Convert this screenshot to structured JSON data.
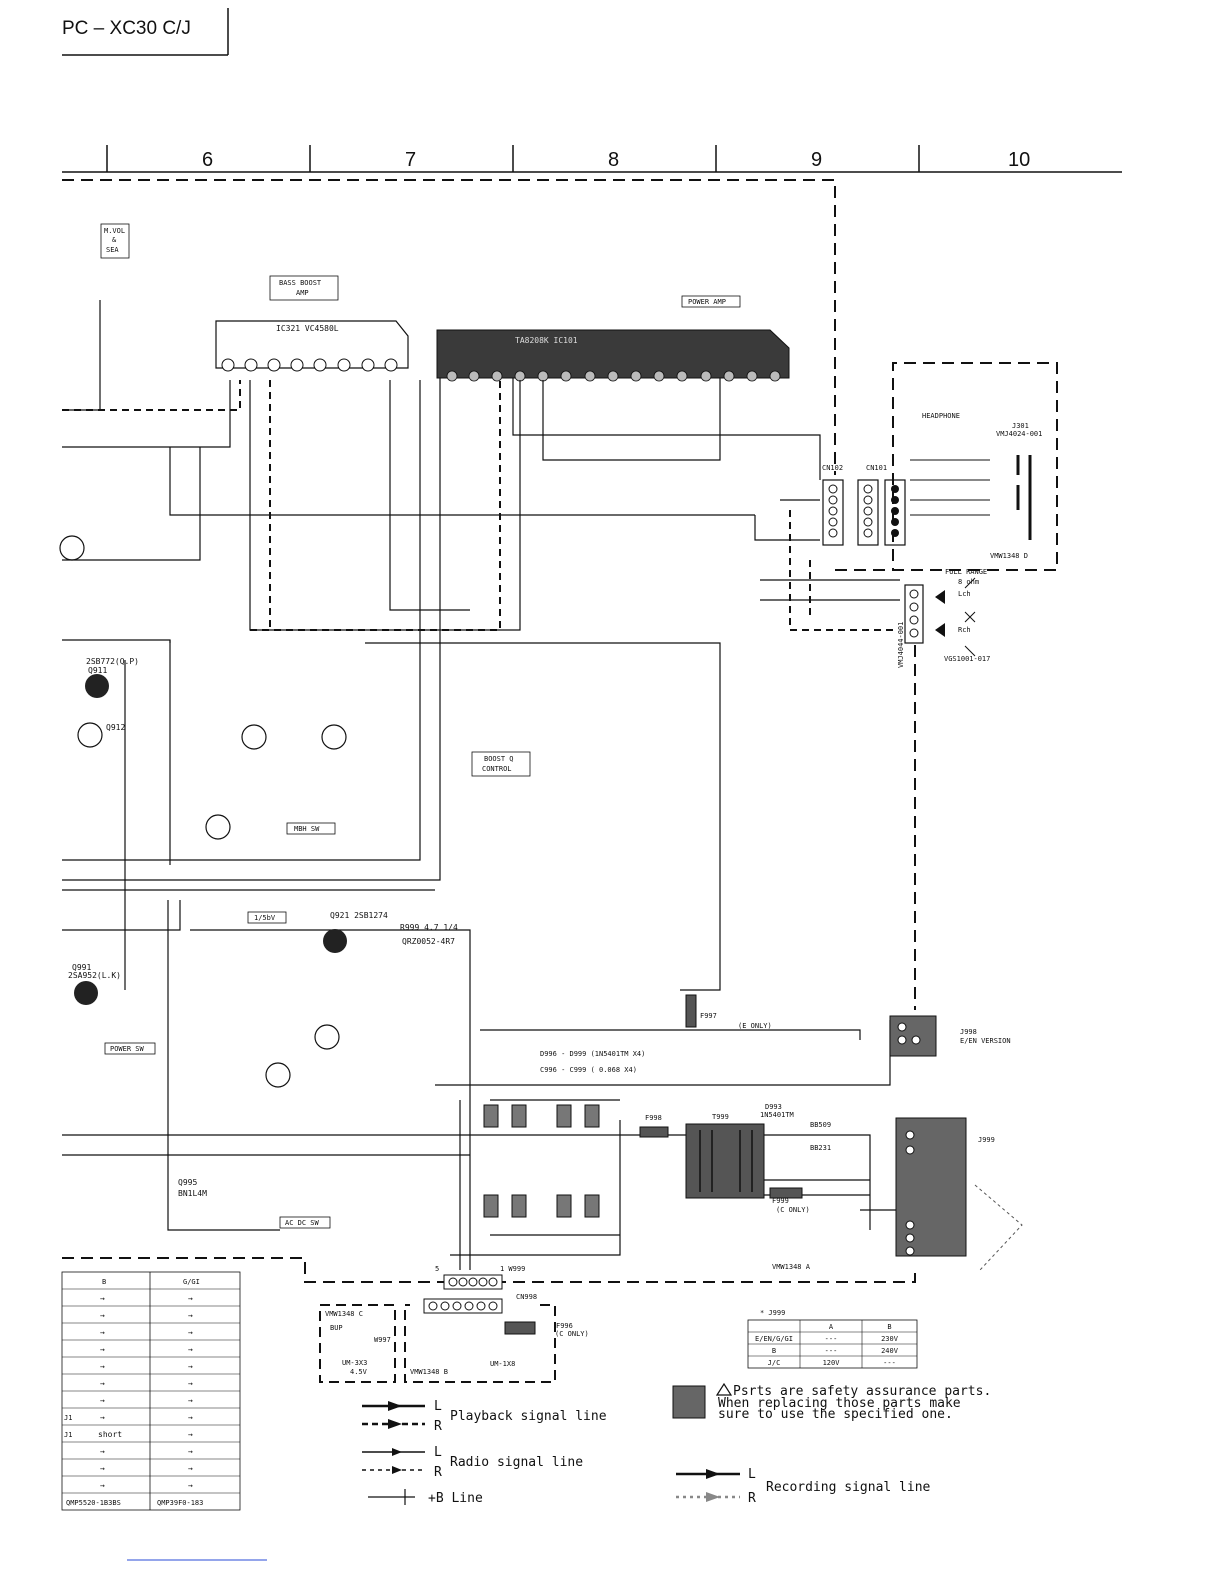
{
  "header": {
    "model": "PC – XC30 C/J"
  },
  "columns": [
    "6",
    "7",
    "8",
    "9",
    "10"
  ],
  "blocks": {
    "mvol_sea": [
      "M.VOL",
      "&",
      "SEA"
    ],
    "bass_boost_amp": [
      "BASS BOOST",
      "AMP"
    ],
    "power_amp": "POWER AMP",
    "boost_q_control": [
      "BOOST Q",
      "CONTROL"
    ],
    "mbh_sw": "MBH SW",
    "ac_dc_sw": "AC DC SW",
    "power_sw": "POWER SW",
    "headphone": "HEADPHONE",
    "full_range": "FULL RANGE",
    "speaker_8ohm": "8 ohm",
    "lch": "Lch",
    "rch": "Rch",
    "bup": "BUP",
    "b_v": "1/5bV"
  },
  "components": {
    "ic321": "IC321  VC4580L",
    "ic101": "TA8208K       IC101",
    "q911": "2SB772(Q.P)",
    "q911_id": "Q911",
    "q912": "Q912",
    "q921": "Q921  2SB1274",
    "q991": [
      "Q991",
      "2SA952(L.K)"
    ],
    "q995": [
      "Q995",
      "BN1L4M"
    ],
    "r999": "R999  4.7  1/4",
    "r999_part": "QRZ0052-4R7",
    "j301": [
      "J301",
      "VMJ4024-001"
    ],
    "j302": "VMJ4044-001",
    "spk": "VGS1001-017",
    "vmw1348_d": "VMW1348   D",
    "vmw1348_a": "VMW1348   A",
    "vmw1348_b": "VMW1348  B",
    "vmw1348_c": "VMW1348  C",
    "cn101": "CN101",
    "cn102": "CN102",
    "cn998": "CN998",
    "w999": "1  W999",
    "w997": "W997",
    "um3x3": [
      "UM-3X3",
      "4.5V"
    ],
    "um1x8": "UM-1X8",
    "j998": [
      "J998",
      "E/EN VERSION"
    ],
    "j999": "J999",
    "f997": [
      "F997",
      "(E ONLY)"
    ],
    "f998": "F998",
    "f996": [
      "F996",
      "(C ONLY)"
    ],
    "f999": [
      "F999",
      "(C ONLY)"
    ],
    "t999": "T999",
    "d993": [
      "D993",
      "1N5401TM"
    ],
    "bb509": "BB509",
    "bb231": "BB231",
    "d996_note": "D996 - D999  (1N5401TM X4)",
    "c996_note": "C996 - C999  ( 0.068 X4)"
  },
  "parts_table_left": {
    "headers": [
      "B",
      "G/GI"
    ],
    "rows": [
      [
        "→",
        "→"
      ],
      [
        "→",
        "→"
      ],
      [
        "→",
        "→"
      ],
      [
        "→",
        "→"
      ],
      [
        "→",
        "→"
      ],
      [
        "→",
        "→"
      ],
      [
        "→",
        "→"
      ],
      [
        "→",
        "→"
      ],
      [
        "short",
        "→"
      ],
      [
        "→",
        "→"
      ],
      [
        "→",
        "→"
      ],
      [
        "→",
        "→"
      ]
    ],
    "footer": [
      "QMP5520-1B3BS",
      "QMP39F0-183"
    ],
    "row_prefix": [
      "",
      "",
      "",
      "",
      "",
      "",
      "",
      "J1",
      "J1",
      "",
      "",
      ""
    ]
  },
  "j999_table": {
    "title": "* J999",
    "headers": [
      "",
      "A",
      "B"
    ],
    "rows": [
      [
        "E/EN/G/GI",
        "---",
        "230V"
      ],
      [
        "B",
        "---",
        "240V"
      ],
      [
        "J/C",
        "120V",
        "---"
      ]
    ]
  },
  "legend": {
    "playback_label": "Playback signal line",
    "radio_label": "Radio signal line",
    "b_line_label": "+B Line",
    "recording_label": "Recording signal line",
    "l": "L",
    "r": "R",
    "safety_note": [
      "Psrts are safety assurance parts.",
      "When replacing those parts make",
      "sure to use the specified one."
    ]
  },
  "colors": {
    "ink": "#111111",
    "paper": "#ffffff",
    "shade": "#6a6a6a",
    "link": "#2a4bd7"
  }
}
